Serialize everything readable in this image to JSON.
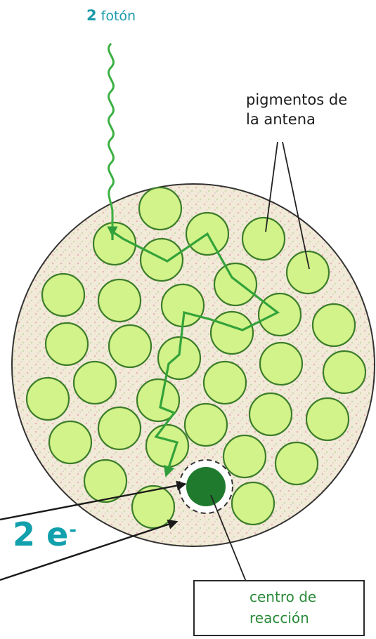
{
  "labels": {
    "photon_count": "2",
    "photon_word": "fotón",
    "antenna_line1": "pigmentos de",
    "antenna_line2": "la antena",
    "electron_text": "2 e",
    "electron_sup": "-",
    "reaction_center_line1": "centro de",
    "reaction_center_line2": "reacción"
  },
  "colors": {
    "photon_text": "#1b9aaa",
    "electron_text": "#12a0ad",
    "pigment_fill": "#d2f28a",
    "pigment_stroke": "#3c7d2a",
    "photon_path": "#3cb043",
    "reaction_center": "#1f7a2e",
    "membrane_fill": "#f4ead8",
    "label_text": "#1c1c1c",
    "reaction_label_text": "#2a8a3a"
  },
  "icons": {
    "photon": "wavy-arrow-icon",
    "energy_transfer": "zigzag-arrow-icon",
    "reaction_center": "filled-dot-icon"
  }
}
